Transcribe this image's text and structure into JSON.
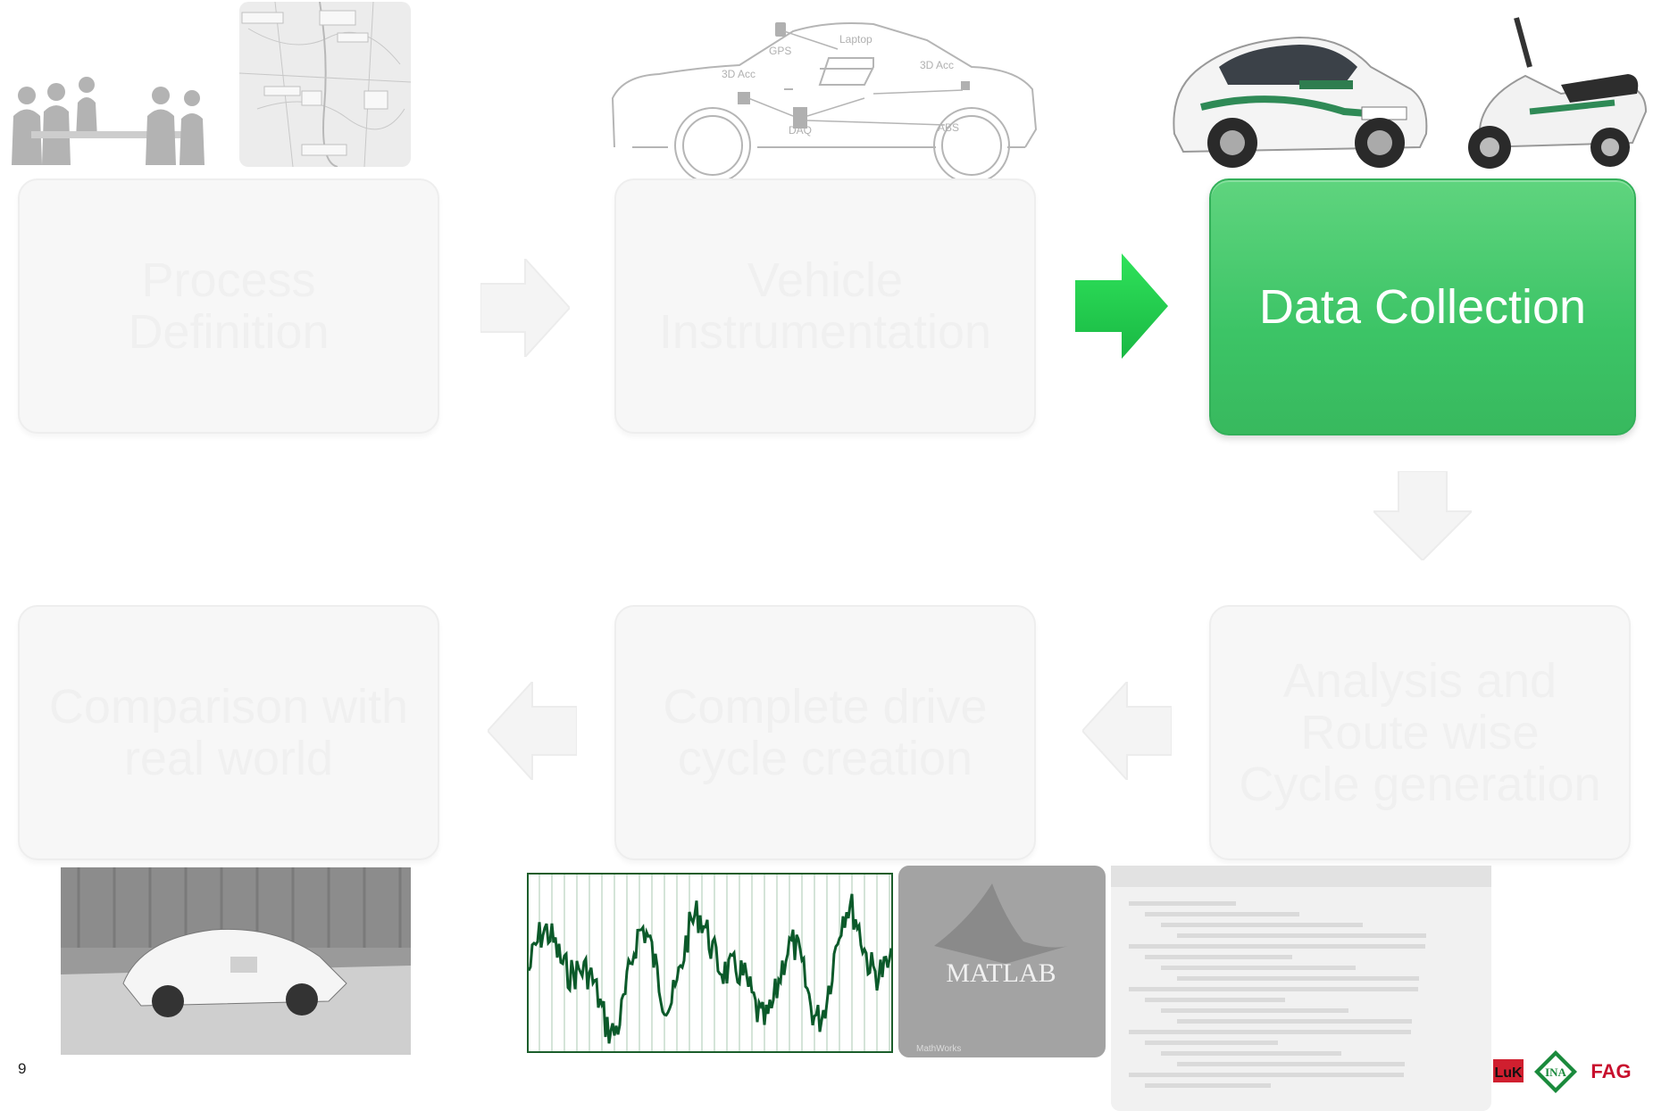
{
  "steps": [
    {
      "id": "process-definition",
      "label": "Process\nDefinition",
      "active": false
    },
    {
      "id": "vehicle-instrumentation",
      "label": "Vehicle\nInstrumentation",
      "active": false
    },
    {
      "id": "data-collection",
      "label": "Data Collection",
      "active": true
    },
    {
      "id": "analysis",
      "label": "Analysis and\nRoute wise\nCycle generation",
      "active": false
    },
    {
      "id": "drive-cycle",
      "label": "Complete drive\ncycle creation",
      "active": false
    },
    {
      "id": "comparison",
      "label": "Comparison with\nreal world",
      "active": false
    }
  ],
  "car_diagram": {
    "labels": {
      "gps": "GPS",
      "laptop": "Laptop",
      "acc_left": "3D Acc",
      "acc_right": "3D Acc",
      "daq": "DAQ",
      "abs": "ABS"
    }
  },
  "matlab": {
    "title": "MATLAB",
    "footer": "MathWorks"
  },
  "page_number": "9",
  "logos": {
    "luk": "LuK",
    "ina": "INA",
    "fag": "FAG"
  },
  "colors": {
    "active": "#3cc466",
    "faded_box": "#f7f7f7",
    "faded_text": "#f0f0f0",
    "trace": "#0b5a2a"
  }
}
